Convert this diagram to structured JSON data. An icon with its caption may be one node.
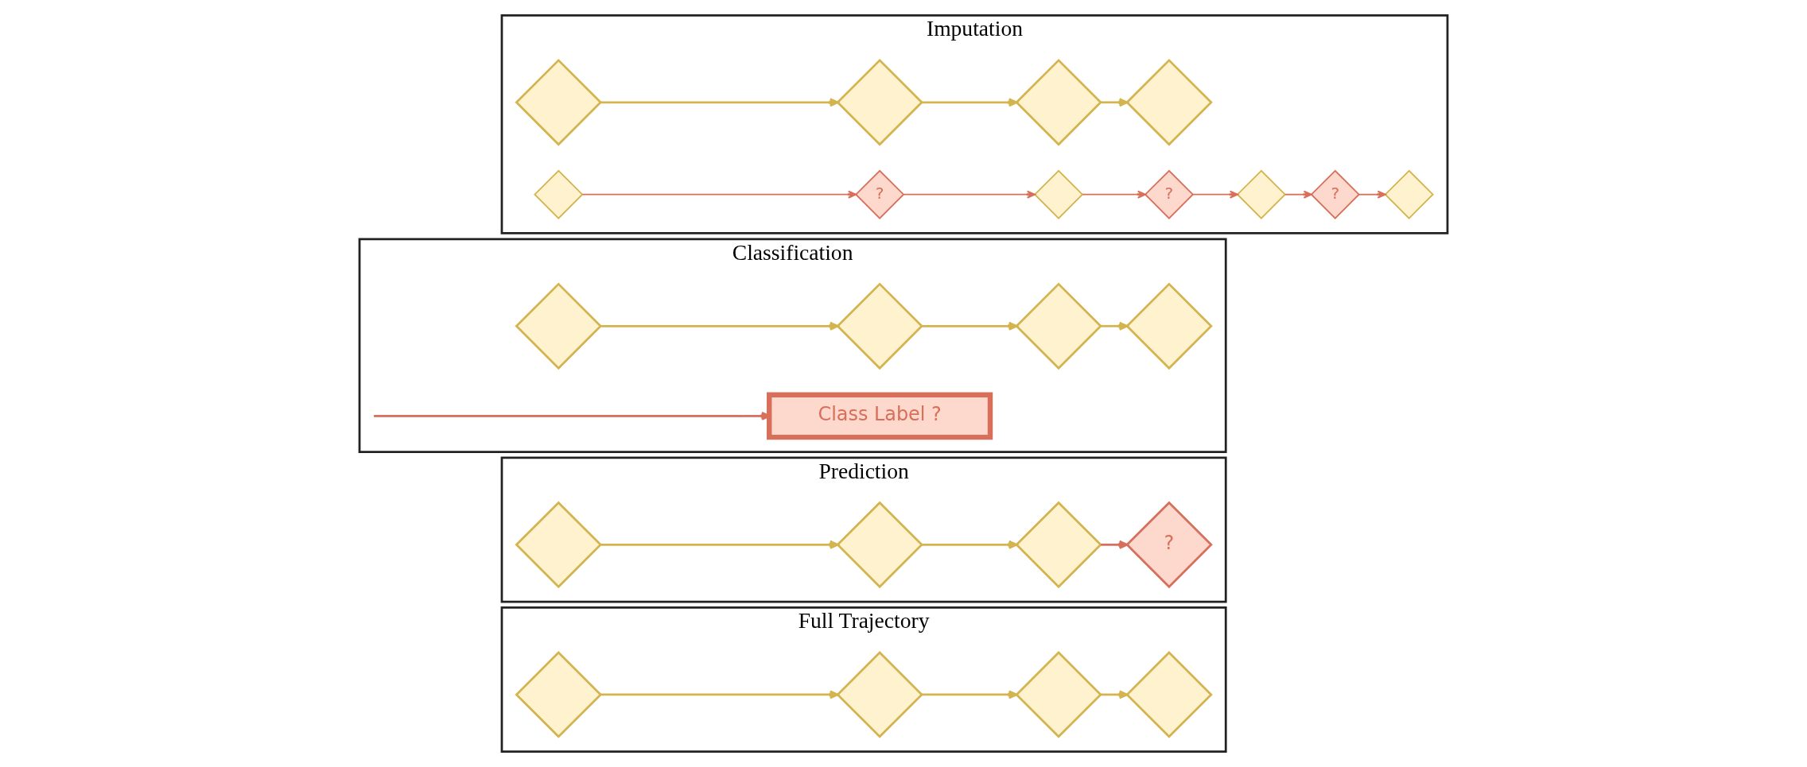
{
  "diagram": {
    "nodes": [
      {
        "text": [
          "Full Trajectory"
        ]
      },
      {
        "text": [],
        "shape": "diamond",
        "in": 0
      },
      {
        "text": [],
        "shape": "diamond",
        "in": 0
      },
      {
        "text": [],
        "shape": "diamond",
        "in": 0
      },
      {
        "text": [],
        "shape": "diamond",
        "in": 0
      },
      {
        "text": [
          "Prediction"
        ]
      },
      {
        "text": [],
        "shape": "diamond",
        "in": 5
      },
      {
        "text": [],
        "shape": "diamond",
        "in": 5
      },
      {
        "text": [],
        "shape": "diamond",
        "in": 5
      },
      {
        "text": [
          "?"
        ],
        "in": 5
      },
      {
        "text": [
          "Classification"
        ]
      },
      {
        "text": [],
        "shape": "diamond",
        "in": 10
      },
      {
        "text": [],
        "shape": "diamond",
        "in": 10
      },
      {
        "text": [],
        "shape": "diamond",
        "in": 10
      },
      {
        "text": [],
        "shape": "diamond",
        "in": 10
      },
      {
        "text": [],
        "shape": "bar",
        "in": 10
      },
      {
        "text": [
          "Class Label ?"
        ],
        "in": 10
      },
      {
        "text": [
          "Imputation"
        ]
      },
      {
        "text": [],
        "shape": "diamond",
        "in": 17
      },
      {
        "text": [],
        "shape": "diamond",
        "in": 17
      },
      {
        "text": [],
        "shape": "diamond",
        "in": 17
      },
      {
        "text": [],
        "shape": "diamond",
        "in": 17
      },
      {
        "text": [],
        "shape": "diamond",
        "in": 17
      },
      {
        "text": [
          "?"
        ],
        "in": 17
      },
      {
        "text": [],
        "shape": "diamond",
        "in": 17
      },
      {
        "text": [
          "?"
        ],
        "in": 17
      },
      {
        "text": [],
        "shape": "diamond",
        "in": 17
      },
      {
        "text": [
          "?"
        ],
        "in": 17
      },
      {
        "text": [],
        "shape": "diamond",
        "in": 17
      }
    ],
    "edges": [
      {
        "from": 1,
        "to": 2,
        "arrow": "to"
      },
      {
        "from": 2,
        "to": 3,
        "arrow": "to"
      },
      {
        "from": 3,
        "to": 4,
        "arrow": "to"
      },
      {
        "from": 6,
        "to": 7,
        "arrow": "to"
      },
      {
        "from": 7,
        "to": 8,
        "arrow": "to"
      },
      {
        "from": 8,
        "to": 9,
        "arrow": "to",
        "color": "#d86f5a"
      },
      {
        "from": 11,
        "to": 12,
        "arrow": "to"
      },
      {
        "from": 12,
        "to": 13,
        "arrow": "to"
      },
      {
        "from": 13,
        "to": 14,
        "arrow": "to"
      },
      {
        "from": 15,
        "to": 16,
        "arrow": "to",
        "color": "#d86f5a"
      },
      {
        "from": 18,
        "to": 19,
        "arrow": "to"
      },
      {
        "from": 19,
        "to": 20,
        "arrow": "to"
      },
      {
        "from": 20,
        "to": 21,
        "arrow": "to"
      },
      {
        "from": 22,
        "to": 23,
        "arrow": "to",
        "color": "#d86f5a"
      },
      {
        "from": 23,
        "to": 24,
        "arrow": "to",
        "color": "#d86f5a"
      },
      {
        "from": 24,
        "to": 25,
        "arrow": "to",
        "color": "#d86f5a"
      },
      {
        "from": 25,
        "to": 26,
        "arrow": "to",
        "color": "#d86f5a"
      },
      {
        "from": 26,
        "to": 27,
        "arrow": "to",
        "color": "#d86f5a"
      },
      {
        "from": 27,
        "to": 28,
        "arrow": "to",
        "color": "#d86f5a"
      }
    ]
  }
}
